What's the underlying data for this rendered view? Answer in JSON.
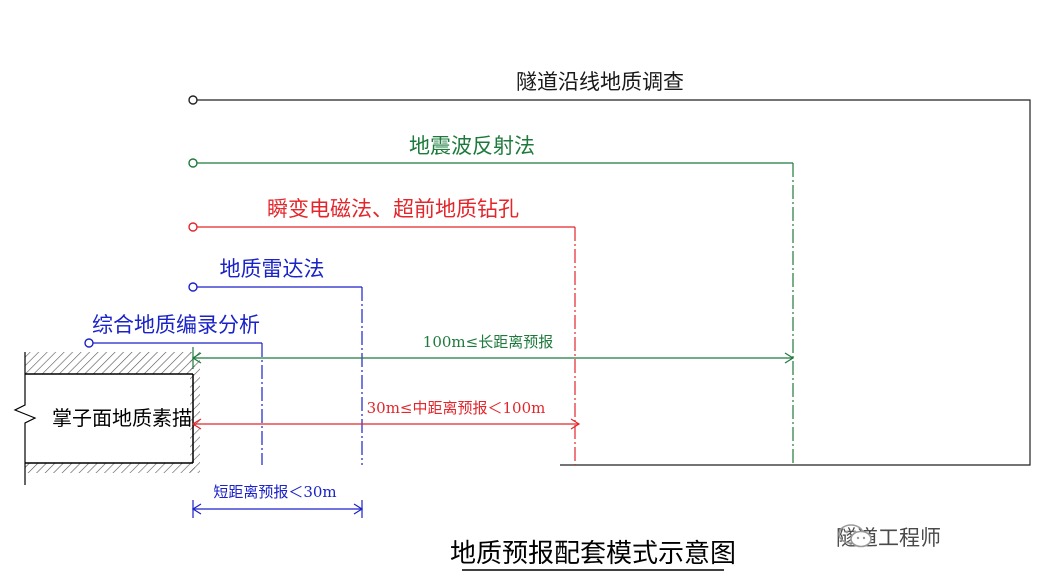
{
  "diagram": {
    "title": "地质预报配套模式示意图",
    "tunnel_face": "掌子面地质素描",
    "methods": [
      {
        "label": "隧道沿线地质调查",
        "color": "#1a1a1a"
      },
      {
        "label": "地震波反射法",
        "color": "#1e7a3c"
      },
      {
        "label": "瞬变电磁法、超前地质钻孔",
        "color": "#e3262b"
      },
      {
        "label": "地质雷达法",
        "color": "#1a22c8"
      },
      {
        "label": "综合地质编录分析",
        "color": "#1a22c8"
      }
    ],
    "ranges": [
      {
        "label": "100m≤长距离预报",
        "color": "#1e7a3c"
      },
      {
        "label": "30m≤中距离预报＜100m",
        "color": "#e3262b"
      },
      {
        "label": "短距离预报＜30m",
        "color": "#1a22c8"
      }
    ]
  },
  "watermark": {
    "text": "隧道工程师",
    "icon": "wechat-icon"
  }
}
